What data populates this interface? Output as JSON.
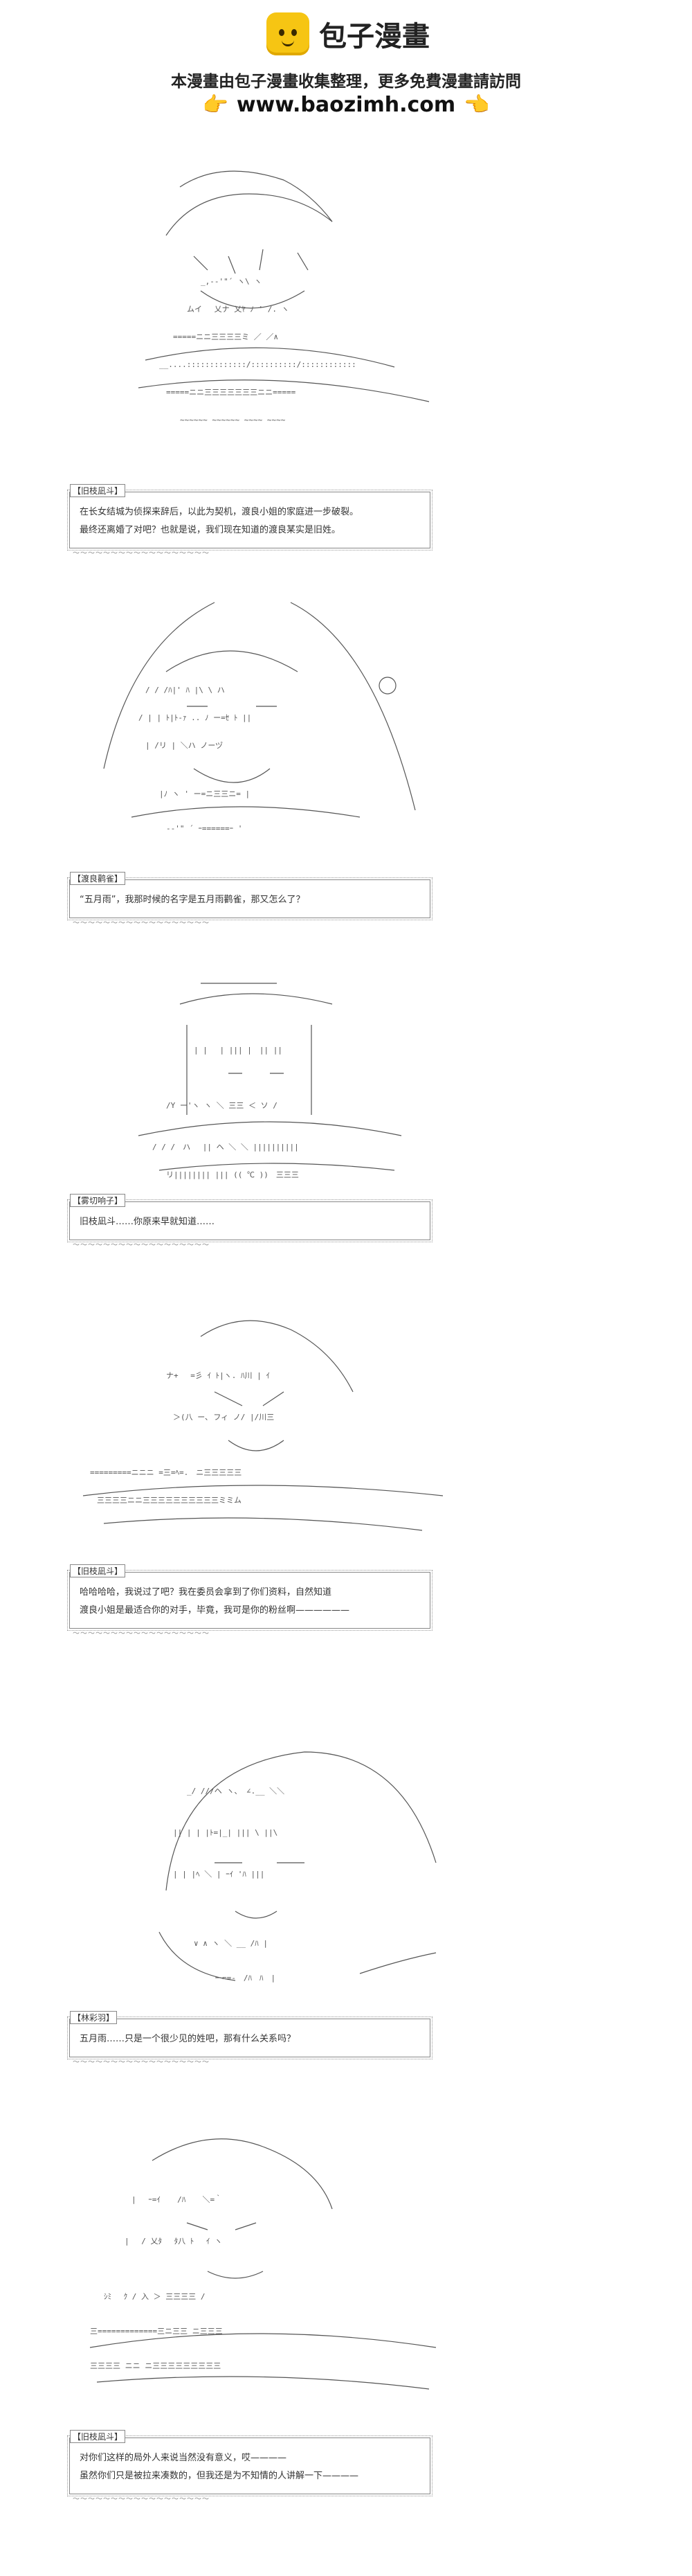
{
  "header": {
    "logo_text": "包子漫畫",
    "tagline": "本漫畫由包子漫畫收集整理，更多免費漫畫請訪問",
    "url": "www.baozimh.com",
    "hand_icon": "pointing-hand-icon"
  },
  "panels": [
    {
      "speaker": "【旧枝凪斗】",
      "lines": [
        "在长女结城为侦探来辞后，以此为契机，渡良小姐的家庭进一步破裂。",
        "最终还离婚了对吧？也就是说，我们现在知道的渡良某实是旧姓。"
      ]
    },
    {
      "speaker": "【渡良鹳雀】",
      "lines": [
        "“五月雨”，我那时候的名字是五月雨鹳雀，那又怎么了？"
      ]
    },
    {
      "speaker": "【雾切响子】",
      "lines": [
        "旧枝凪斗……你原来早就知道……"
      ]
    },
    {
      "speaker": "【旧枝凪斗】",
      "lines": [
        "哈哈哈哈，我说过了吧？我在委员会拿到了你们资料，自然知道",
        "渡良小姐是最适合你的对手，毕竟，我可是你的粉丝啊——————"
      ]
    },
    {
      "speaker": "【林彩羽】",
      "lines": [
        "五月雨……只是一个很少见的姓吧，那有什么关系吗？"
      ]
    },
    {
      "speaker": "【旧枝凪斗】",
      "lines": [
        "对你们这样的局外人来说当然没有意义，哎————",
        "虽然你们只是被拉来凑数的，但我还是为不知情的人讲解一下————"
      ]
    }
  ],
  "dots": "～～～～～～～～～～～～～～～～～～"
}
